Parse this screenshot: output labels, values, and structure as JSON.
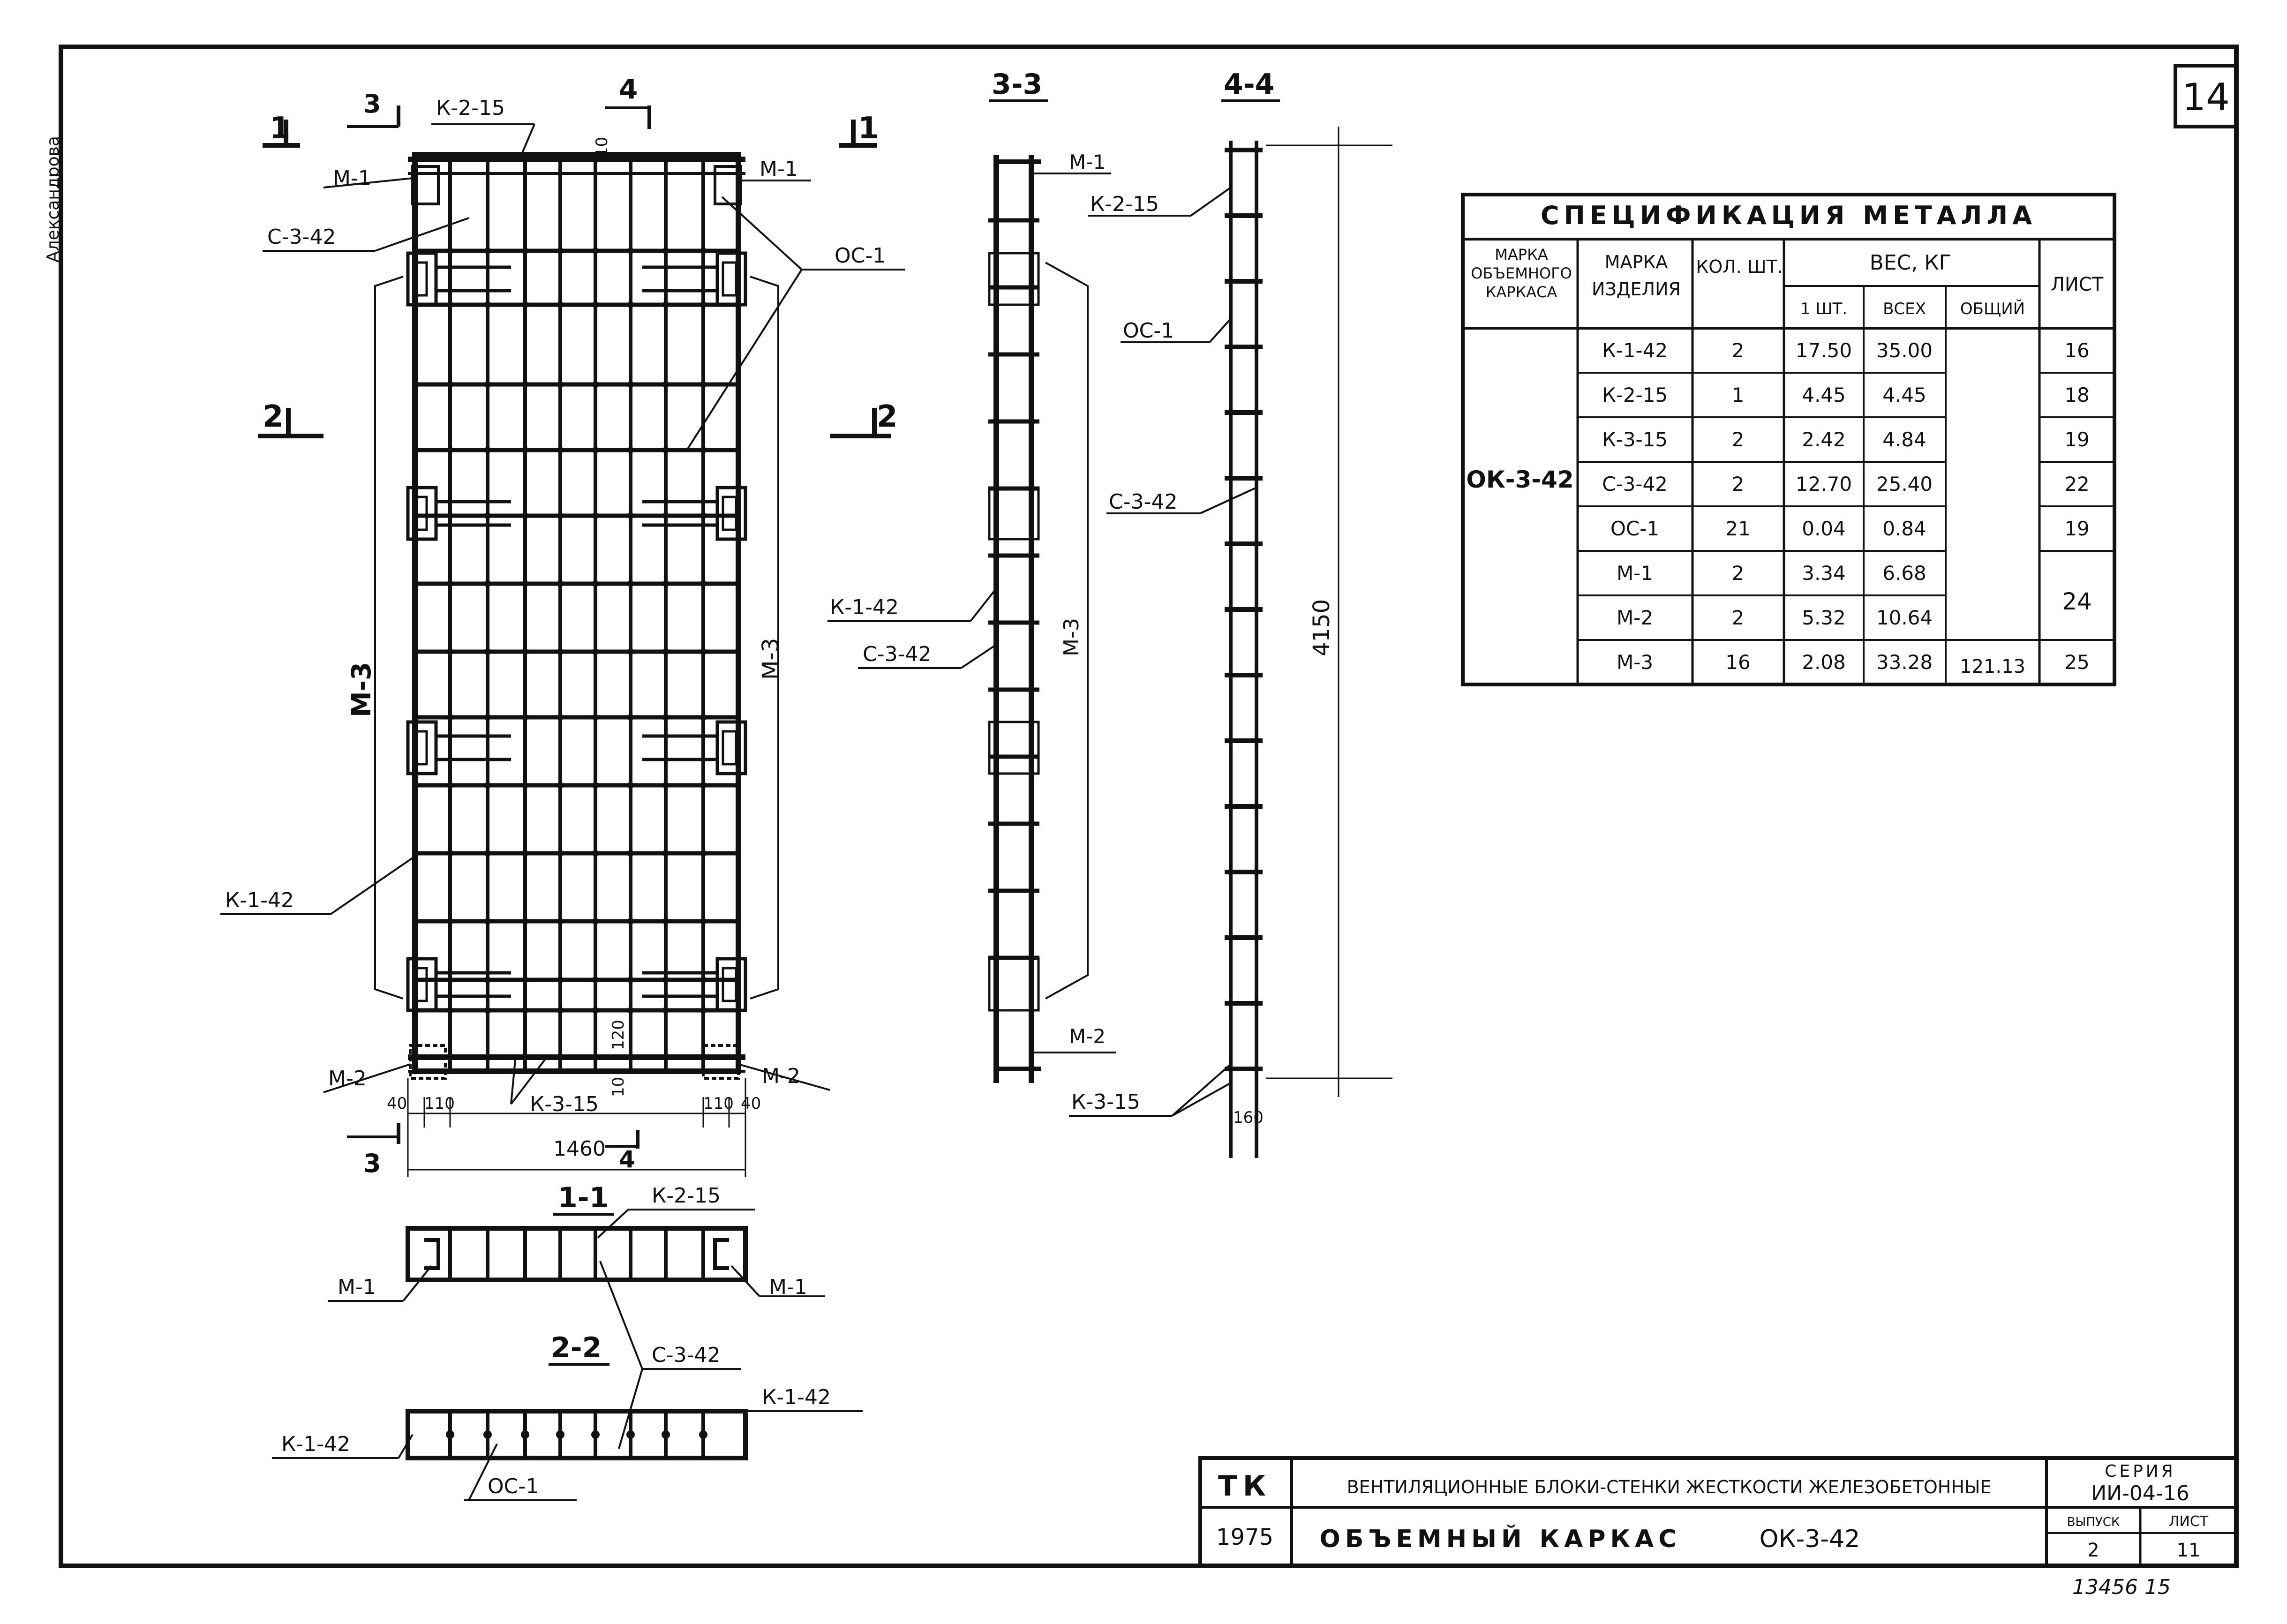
{
  "sheet": {
    "page_number": "14",
    "author_stamp": "Александрова"
  },
  "section_marks": {
    "s1": "1",
    "s2": "2",
    "s3": "3",
    "s4": "4"
  },
  "front_view": {
    "labels": {
      "k_2_15": "К-2-15",
      "m_1": "М-1",
      "c_3_42": "С-3-42",
      "oc_1": "ОС-1",
      "m_3": "М-3",
      "k_1_42": "К-1-42",
      "m_2": "М-2",
      "k_3_15": "К-3-15"
    },
    "dimensions": {
      "top_gap": "10",
      "d40": "40",
      "d110": "110",
      "d120": "120",
      "d10": "10",
      "width": "1460"
    }
  },
  "view_3_3": {
    "title": "3-3",
    "labels": {
      "m_1": "М-1",
      "m_3": "М-3",
      "k_1_42": "К-1-42",
      "c_3_42": "С-3-42",
      "m_2": "М-2"
    }
  },
  "view_4_4": {
    "title": "4-4",
    "labels": {
      "k_2_15": "К-2-15",
      "oc_1": "ОС-1",
      "c_3_42": "С-3-42",
      "k_3_15": "К-3-15"
    },
    "dimensions": {
      "height": "4150",
      "depth": "160"
    }
  },
  "section_1_1": {
    "title": "1-1",
    "labels": {
      "k_2_15": "К-2-15",
      "m_1_left": "М-1",
      "m_1_right": "М-1"
    }
  },
  "section_2_2": {
    "title": "2-2",
    "labels": {
      "c_3_42": "С-3-42",
      "k_1_42_left": "К-1-42",
      "k_1_42_right": "К-1-42",
      "oc_1": "ОС-1"
    }
  },
  "spec_table": {
    "title": "СПЕЦИФИКАЦИЯ МЕТАЛЛА",
    "headers": {
      "frame_mark": "МАРКА ОБЪЕМНОГО КАРКАСА",
      "item_mark": "МАРКА ИЗДЕЛИЯ",
      "qty": "КОЛ. ШТ.",
      "weight": "ВЕС, КГ",
      "per_unit": "1 ШТ.",
      "all": "ВСЕХ",
      "total": "ОБЩИЙ",
      "sheet": "ЛИСТ"
    },
    "frame_mark_value": "ОК-3-42",
    "rows": [
      {
        "mark": "К-1-42",
        "qty": "2",
        "w1": "17.50",
        "wall": "35.00",
        "sheet": "16"
      },
      {
        "mark": "К-2-15",
        "qty": "1",
        "w1": "4.45",
        "wall": "4.45",
        "sheet": "18"
      },
      {
        "mark": "К-3-15",
        "qty": "2",
        "w1": "2.42",
        "wall": "4.84",
        "sheet": "19"
      },
      {
        "mark": "С-3-42",
        "qty": "2",
        "w1": "12.70",
        "wall": "25.40",
        "sheet": "22"
      },
      {
        "mark": "ОС-1",
        "qty": "21",
        "w1": "0.04",
        "wall": "0.84",
        "sheet": "19"
      },
      {
        "mark": "М-1",
        "qty": "2",
        "w1": "3.34",
        "wall": "6.68",
        "sheet": ""
      },
      {
        "mark": "М-2",
        "qty": "2",
        "w1": "5.32",
        "wall": "10.64",
        "sheet": ""
      },
      {
        "mark": "М-3",
        "qty": "16",
        "w1": "2.08",
        "wall": "33.28",
        "sheet": "25"
      }
    ],
    "total_weight": "121.13",
    "merged_sheet": "24"
  },
  "title_block": {
    "org": "ТК",
    "year": "1975",
    "description": "ВЕНТИЛЯЦИОННЫЕ БЛОКИ-СТЕНКИ ЖЕСТКОСТИ ЖЕЛЕЗОБЕТОННЫЕ",
    "drawing_name": "ОБЪЕМНЫЙ КАРКАС",
    "drawing_mark": "ОК-3-42",
    "series_label": "СЕРИЯ",
    "series_value": "ИИ-04-16",
    "issue_label": "ВЫПУСК",
    "issue_value": "2",
    "sheet_label": "ЛИСТ",
    "sheet_value": "11"
  },
  "archive_number": "13456 15"
}
